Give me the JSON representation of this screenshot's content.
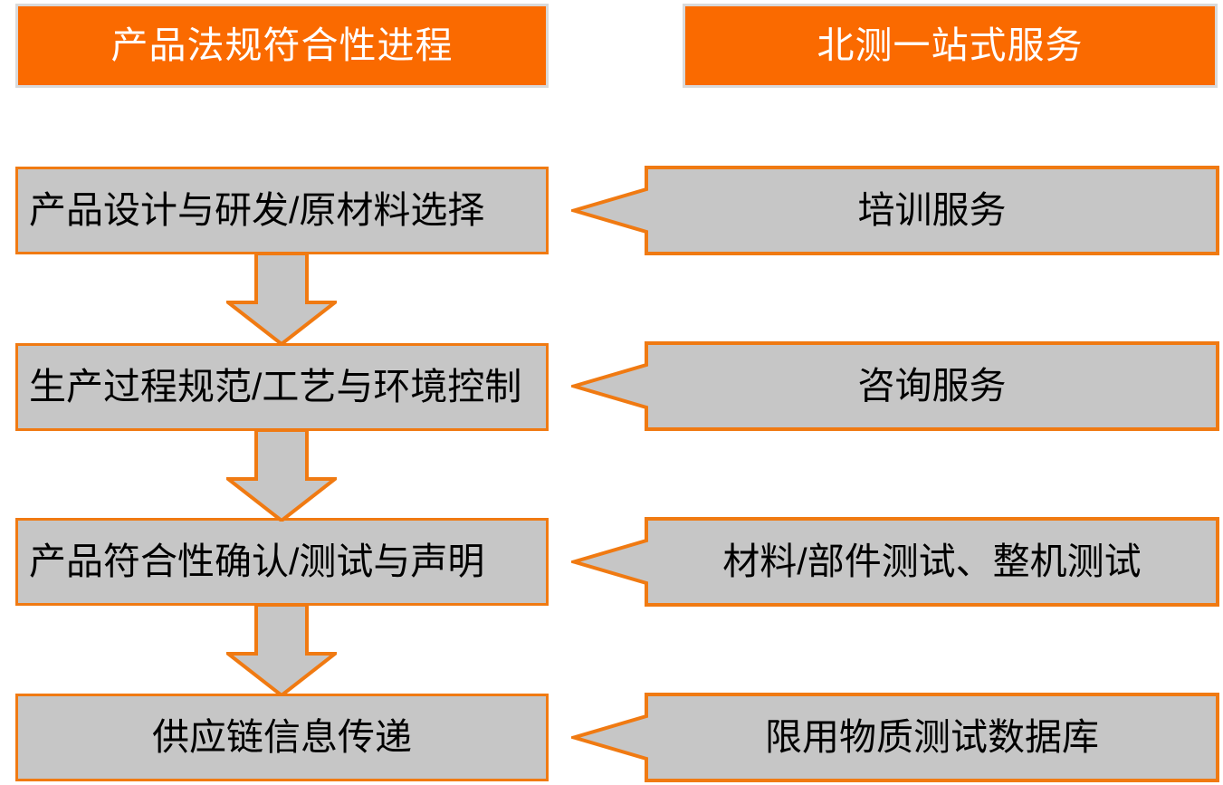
{
  "diagram": {
    "title": "产品法规符合性进程 / 北测一站式服务",
    "colors": {
      "accent_orange": "#FA6A00",
      "shape_border_orange": "#F07A12",
      "shape_fill_gray": "#C6C6C6",
      "header_border_gray": "#D9D9D9",
      "header_text": "#FFFFFF",
      "body_text": "#000000"
    },
    "headers": [
      {
        "label": "产品法规符合性进程"
      },
      {
        "label": "北测一站式服务"
      }
    ],
    "process_steps": [
      {
        "label": "产品设计与研发/原材料选择",
        "align": "left"
      },
      {
        "label": "生产过程规范/工艺与环境控制",
        "align": "left"
      },
      {
        "label": "产品符合性确认/测试与声明",
        "align": "left"
      },
      {
        "label": "供应链信息传递",
        "align": "center"
      }
    ],
    "services": [
      {
        "label": "培训服务"
      },
      {
        "label": "咨询服务"
      },
      {
        "label": "材料/部件测试、整机测试"
      },
      {
        "label": "限用物质测试数据库"
      }
    ],
    "connectors": {
      "down_arrow_icon": "arrow-down-icon",
      "left_arrow_icon": "arrow-left-icon",
      "down_arrow_count": 3,
      "left_arrow_count": 4
    }
  }
}
